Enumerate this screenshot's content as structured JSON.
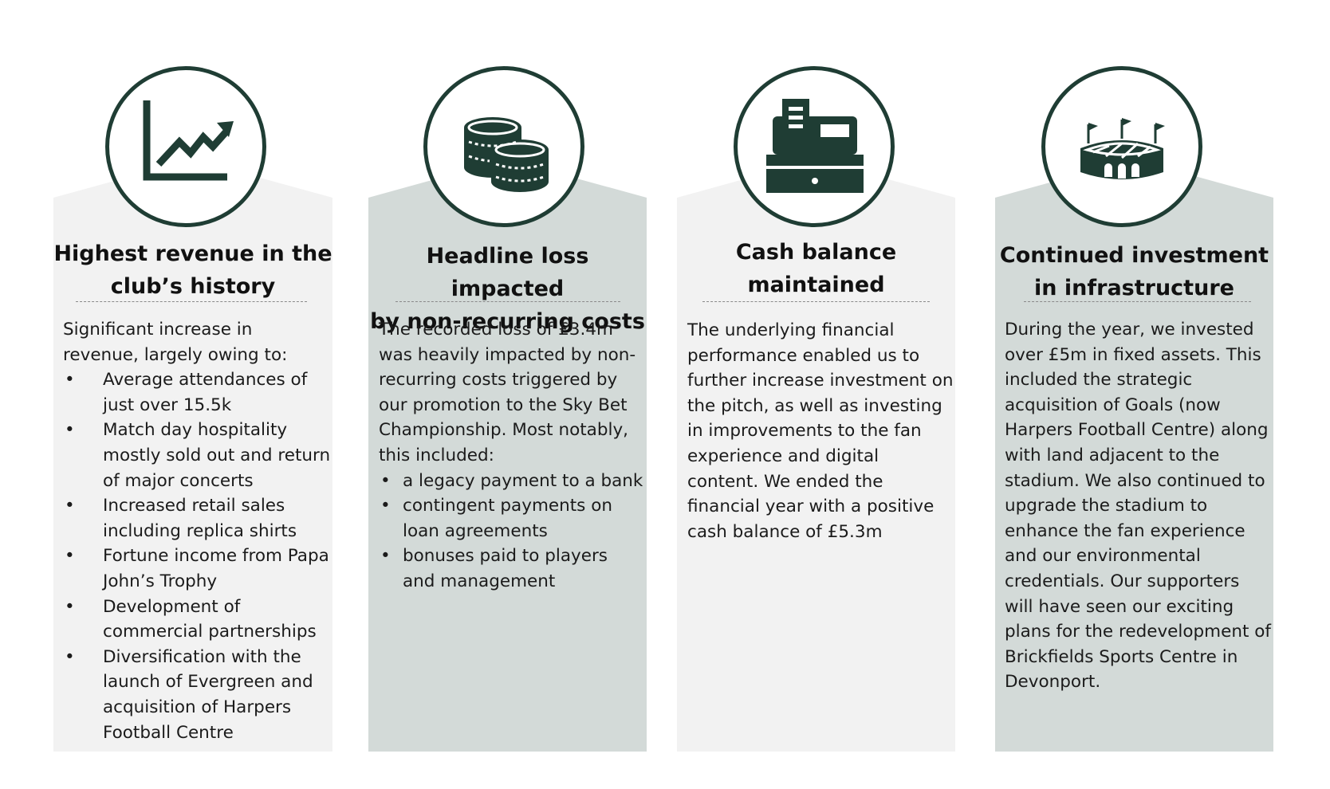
{
  "colors": {
    "light_panel": "#f2f2f2",
    "grey_panel": "#d3dad8",
    "icon_dark": "#1f3d34"
  },
  "panels": [
    {
      "icon": "growth-chart-icon",
      "heading_line1": "Highest revenue in the",
      "heading_line2": "club’s history",
      "intro": "Significant increase in revenue, largely owing to:",
      "bullets": [
        "Average attendances of just over 15.5k",
        "Match day hospitality mostly sold out and return of major concerts",
        "Increased retail sales including replica shirts",
        "Fortune income from Papa John’s Trophy",
        "Development of commercial partnerships",
        "Diversification with the launch of Evergreen and acquisition of Harpers Football Centre"
      ]
    },
    {
      "icon": "coins-icon",
      "heading_line1": "Headline loss impacted",
      "heading_line2": "by non-recurring costs",
      "intro": "The recorded loss of £3.4m was heavily impacted by non-recurring costs triggered by our promotion to the Sky Bet Championship. Most notably, this included:",
      "bullets": [
        "a legacy payment to a bank",
        "contingent payments on loan agreements",
        "bonuses paid to players and management"
      ]
    },
    {
      "icon": "cash-register-icon",
      "heading_line1": "Cash balance",
      "heading_line2": "maintained",
      "intro": "The underlying financial performance enabled us to further increase investment on the pitch, as well as investing in improvements to the fan experience and digital content. We ended the financial year with a positive cash balance of £5.3m",
      "bullets": []
    },
    {
      "icon": "stadium-icon",
      "heading_line1": "Continued investment",
      "heading_line2": "in infrastructure",
      "intro": "During the year, we invested over £5m in fixed assets. This included the strategic acquisition of Goals (now Harpers Football Centre) along with land adjacent to the stadium. We also continued to upgrade the stadium to enhance the fan experience and our environmental credentials. Our supporters will have seen our exciting plans for the redevelopment of Brickfields Sports Centre in Devonport.",
      "bullets": []
    }
  ]
}
